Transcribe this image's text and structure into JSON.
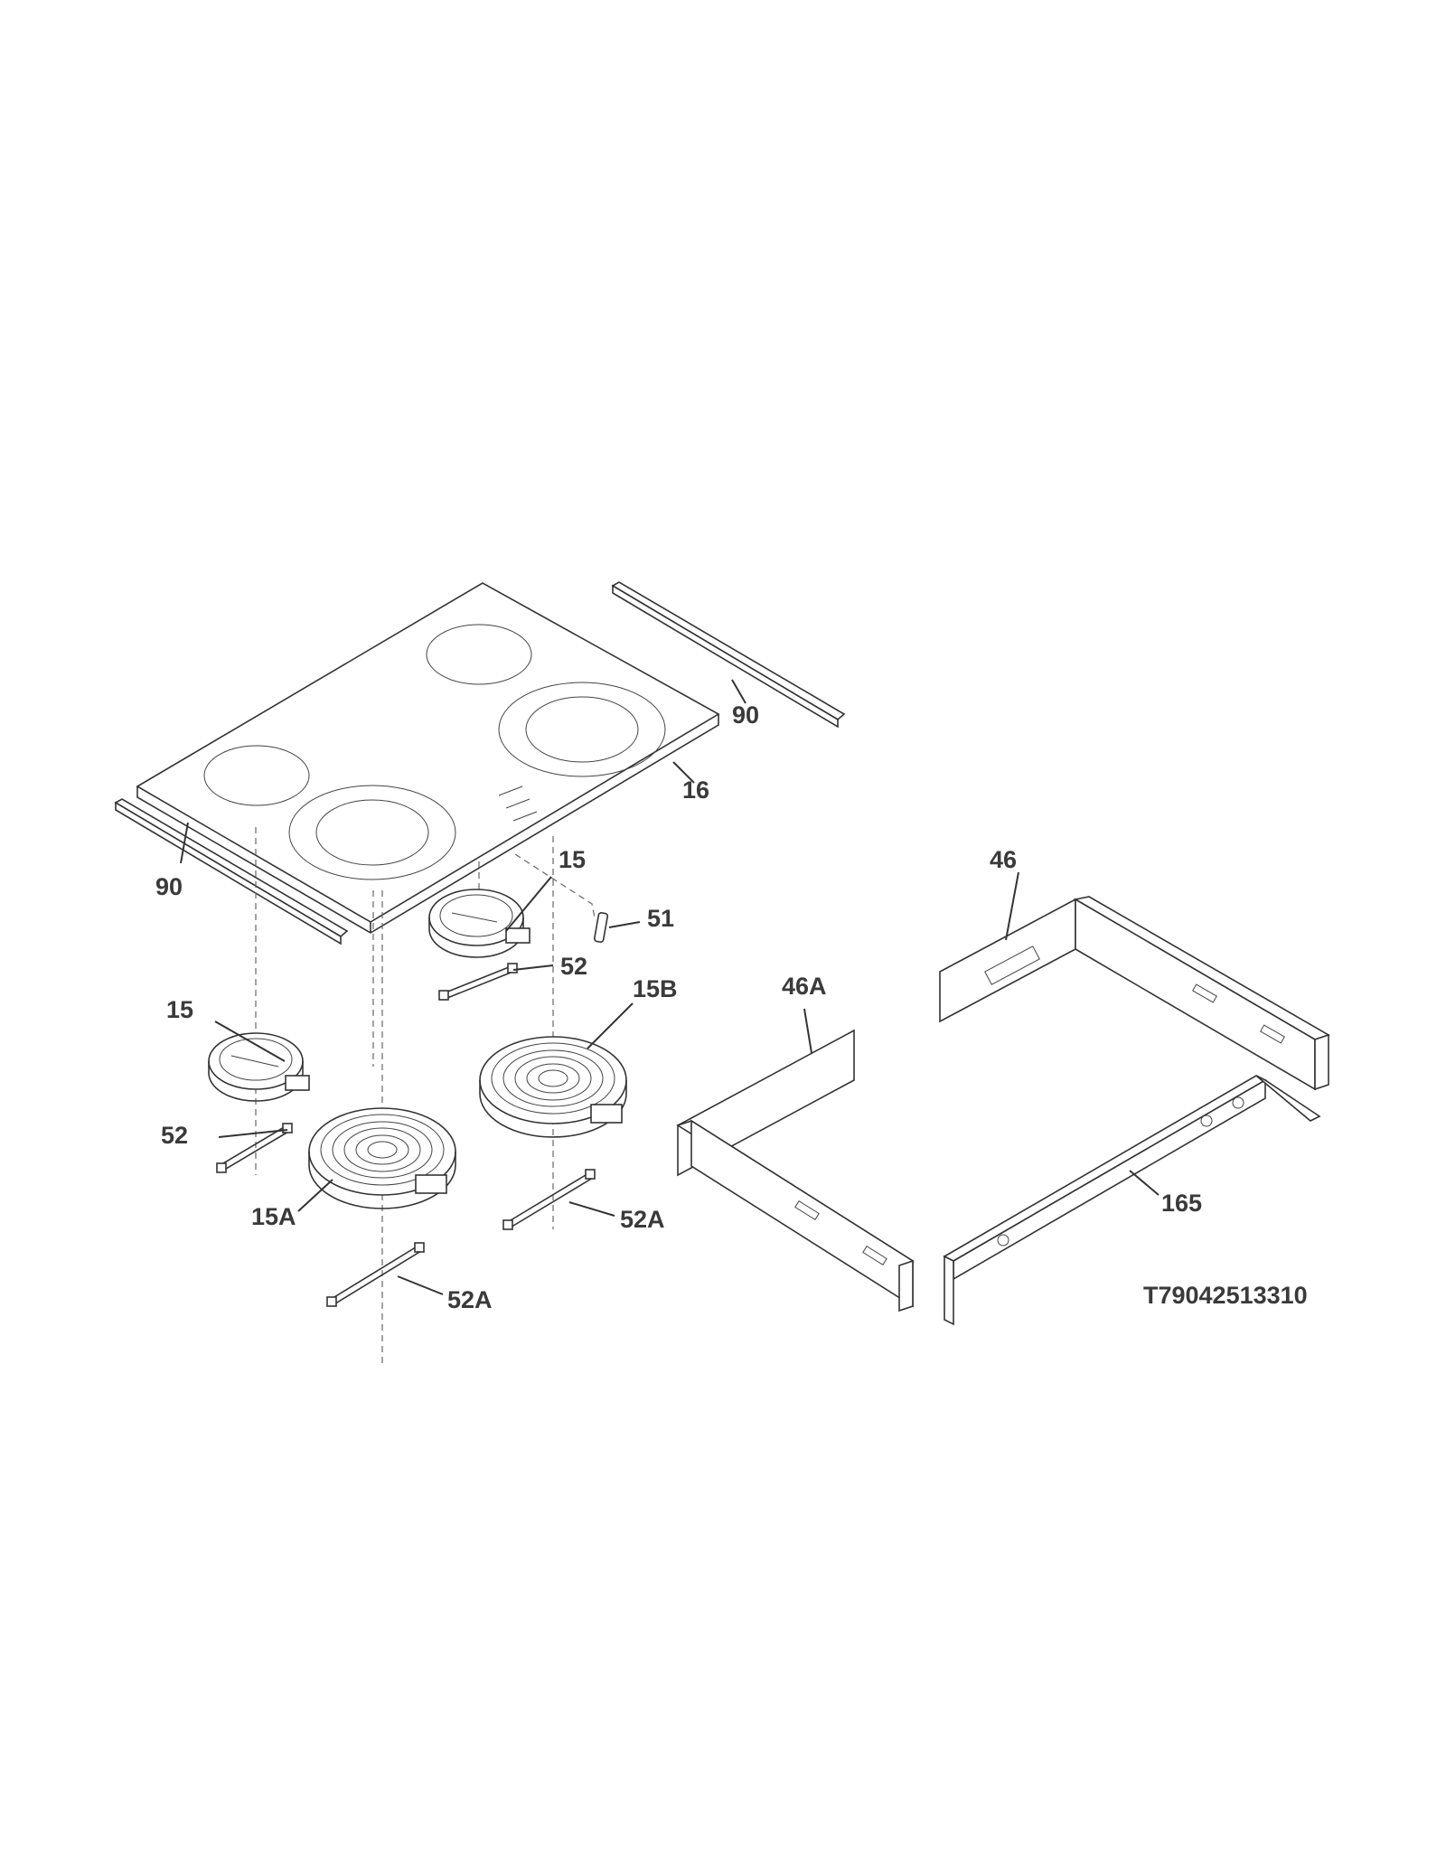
{
  "diagram": {
    "drawing_code": "T79042513310",
    "callouts": {
      "strip_rear": "90",
      "strip_front": "90",
      "glass_top": "16",
      "element_small_right": "15",
      "element_small_left": "15",
      "element_large_right": "15B",
      "element_large_center": "15A",
      "limiter": "51",
      "strap_upper": "52",
      "strap_left": "52",
      "strap_right": "52A",
      "strap_bottom": "52A",
      "bracket_rear": "46",
      "bracket_left": "46A",
      "bracket_front": "165"
    }
  }
}
